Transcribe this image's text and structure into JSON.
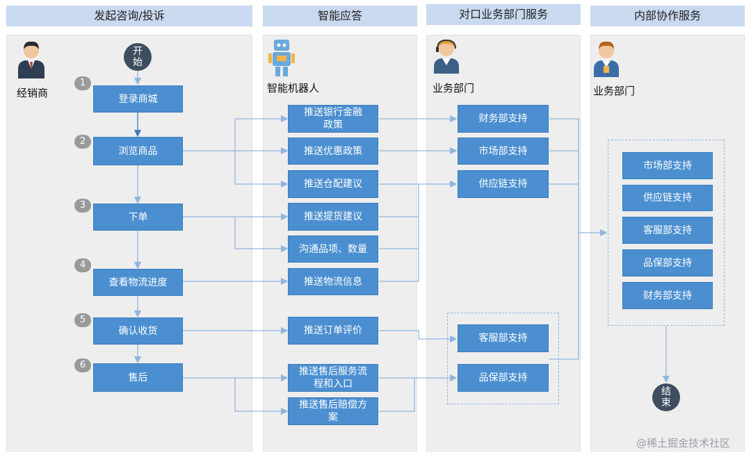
{
  "lanes": {
    "dealer": "发起咨询/投诉",
    "smart": "智能应答",
    "counterpart": "对口业务部门服务",
    "internal": "内部协作服务"
  },
  "roles": {
    "dealer": "经销商",
    "robot": "智能机器人",
    "dept1": "业务部门",
    "dept2": "业务部门"
  },
  "start": "开\n始",
  "end": "结\n束",
  "steps": [
    "1",
    "2",
    "3",
    "4",
    "5",
    "6"
  ],
  "dealer_boxes": [
    "登录商城",
    "浏览商品",
    "下单",
    "查看物流进度",
    "确认收货",
    "售后"
  ],
  "robot_boxes": [
    "推送银行金融\n政策",
    "推送优惠政策",
    "推送仓配建议",
    "推送提货建议",
    "沟通品项、数量",
    "推送物流信息",
    "推送订单评价",
    "推送售后服务流\n程和入口",
    "推送售后赔偿方\n案"
  ],
  "counterpart_boxes": [
    "财务部支持",
    "市场部支持",
    "供应链支持",
    "客服部支持",
    "品保部支持"
  ],
  "internal_boxes": [
    "市场部支持",
    "供应链支持",
    "客服部支持",
    "品保部支持",
    "财务部支持"
  ],
  "watermark": "@稀土掘金技术社区",
  "colors": {
    "box": "#4b8fd0",
    "line": "#8fb6de",
    "header": "#c9d9ef",
    "lane": "#eeeeee"
  }
}
